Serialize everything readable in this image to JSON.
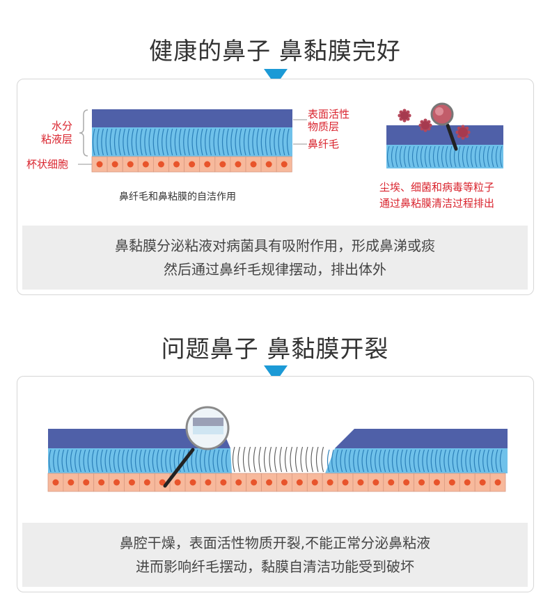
{
  "section1": {
    "title": "健康的鼻子 鼻黏膜完好",
    "label_water": "水分",
    "label_mucus": "粘液层",
    "label_cells": "杯状细胞",
    "label_surface_1": "表面活性",
    "label_surface_2": "物质层",
    "label_cilia": "鼻纤毛",
    "diagram_caption": "鼻纤毛和鼻粘膜的自洁作用",
    "dust_caption_1": "尘埃、细菌和病毒等粒子",
    "dust_caption_2": "通过鼻粘膜清洁过程排出",
    "caption_1": "鼻黏膜分泌粘液对病菌具有吸附作用，形成鼻涕或痰",
    "caption_2": "然后通过鼻纤毛规律摆动，排出体外"
  },
  "section2": {
    "title": "问题鼻子 鼻黏膜开裂",
    "caption_1": "鼻腔干燥，表面活性物质开裂,不能正常分泌鼻粘液",
    "caption_2": "进而影响纤毛摆动，黏膜自清洁功能受到破坏"
  },
  "colors": {
    "accent_triangle": "#1c9ad6",
    "mucus_top": "#4f60a8",
    "cilia_layer": "#6fc1ea",
    "cell_fill": "#f7b99c",
    "cell_nucleus": "#e8542b",
    "label_red": "#d9232d",
    "caption_bg": "#ededed"
  }
}
